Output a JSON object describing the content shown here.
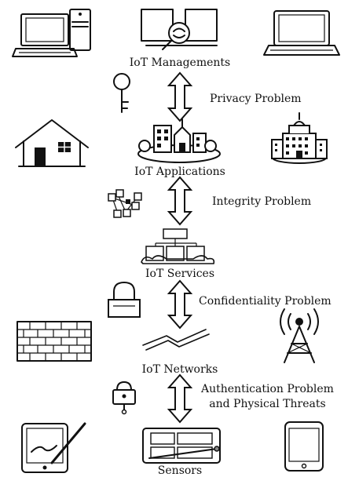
{
  "layers": [
    {
      "id": "management",
      "label": "IoT Managements"
    },
    {
      "id": "applications",
      "label": "IoT Applications"
    },
    {
      "id": "services",
      "label": "IoT Services"
    },
    {
      "id": "networks",
      "label": "IoT Networks"
    },
    {
      "id": "sensors",
      "label": "Sensors"
    }
  ],
  "problems": [
    {
      "label": "Privacy Problem"
    },
    {
      "label": "Integrity Problem"
    },
    {
      "label": "Confidentiality Problem"
    },
    {
      "label_line1": "Authentication Problem",
      "label_line2": "and Physical Threats"
    }
  ],
  "icons": {
    "row1": [
      "desktop-computer-icon",
      "server-management-icon",
      "laptop-icon"
    ],
    "row2": [
      "house-icon",
      "smart-city-icon",
      "office-building-icon"
    ],
    "row3": [
      "network-nodes-icon",
      "cloud-services-icon"
    ],
    "row4": [
      "padlock-icon",
      "firewall-icon",
      "wireless-link-icon",
      "radio-tower-icon"
    ],
    "row5": [
      "key-icon",
      "small-lock-icon",
      "tablet-stylus-icon",
      "sensor-board-icon",
      "smartphone-icon"
    ]
  },
  "colors": {
    "line": "#111111",
    "background": "#ffffff"
  }
}
